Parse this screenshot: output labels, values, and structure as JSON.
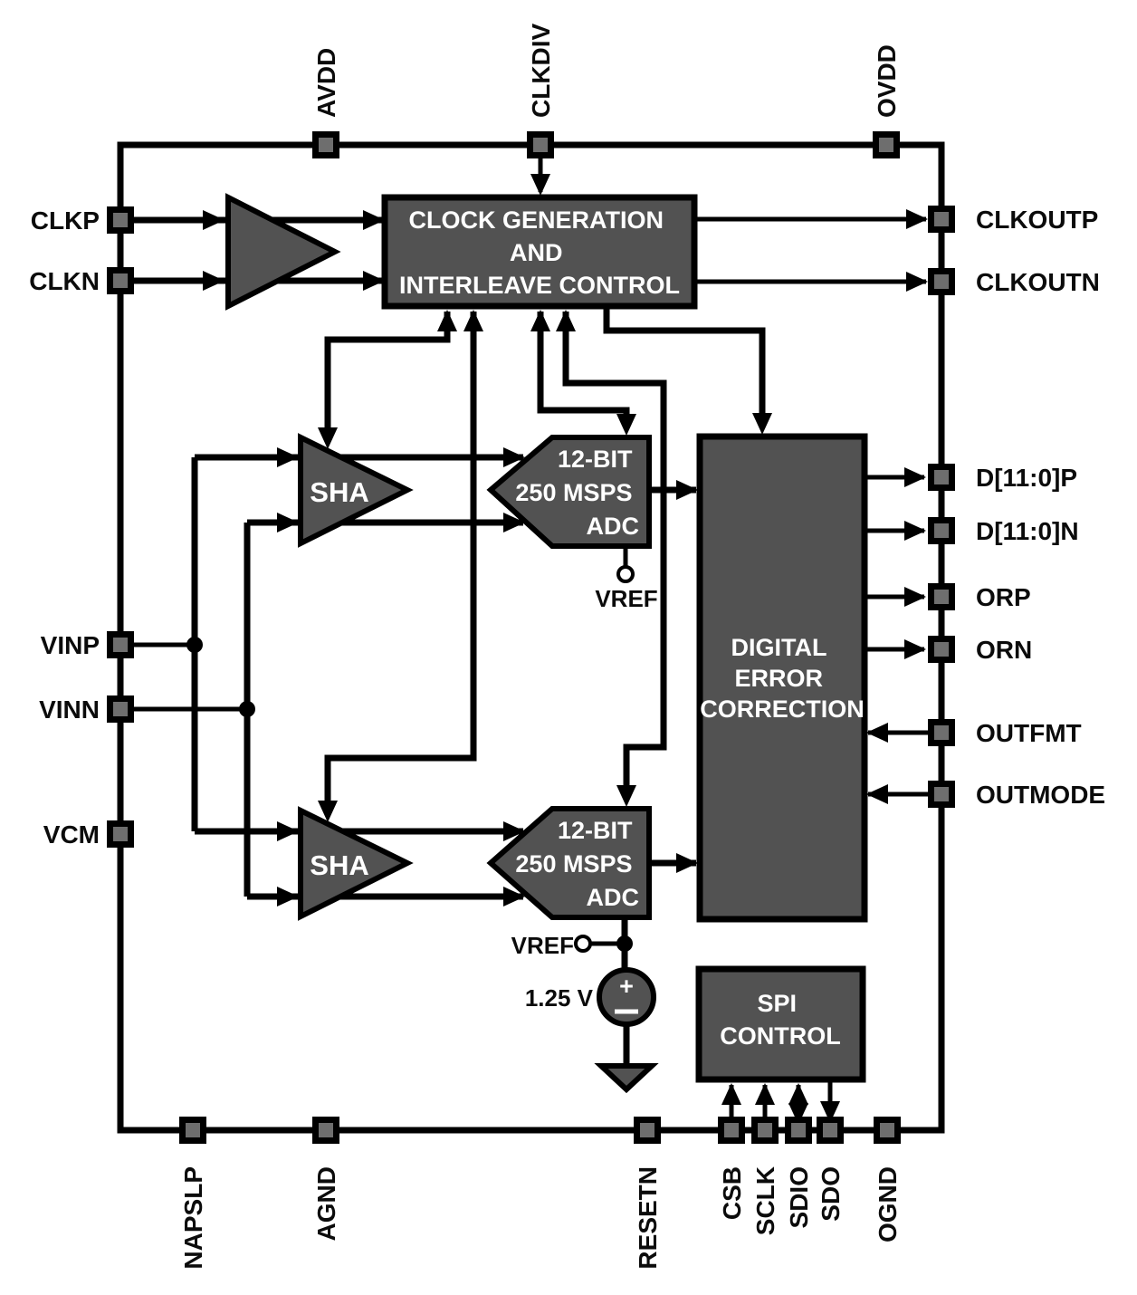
{
  "pins": {
    "top": [
      "AVDD",
      "CLKDIV",
      "OVDD"
    ],
    "left": [
      "CLKP",
      "CLKN",
      "VINP",
      "VINN",
      "VCM"
    ],
    "right": [
      "CLKOUTP",
      "CLKOUTN",
      "D[11:0]P",
      "D[11:0]N",
      "ORP",
      "ORN",
      "OUTFMT",
      "OUTMODE"
    ],
    "bottom": [
      "NAPSLP",
      "AGND",
      "RESETN",
      "CSB",
      "SCLK",
      "SDIO",
      "SDO",
      "OGND"
    ]
  },
  "blocks": {
    "clock_gen": {
      "lines": [
        "CLOCK GENERATION",
        "AND",
        "INTERLEAVE CONTROL"
      ]
    },
    "sha_top": {
      "label": "SHA"
    },
    "sha_bottom": {
      "label": "SHA"
    },
    "adc_top": {
      "lines": [
        "12-BIT",
        "250 MSPS",
        "ADC"
      ]
    },
    "adc_bottom": {
      "lines": [
        "12-BIT",
        "250 MSPS",
        "ADC"
      ]
    },
    "dec": {
      "lines": [
        "DIGITAL",
        "ERROR",
        "CORRECTION"
      ]
    },
    "spi": {
      "lines": [
        "SPI",
        "CONTROL"
      ]
    }
  },
  "annotations": {
    "vref_top": "VREF",
    "vref_bottom": "VREF",
    "reference_voltage": "1.25 V",
    "source_plus": "+"
  },
  "colors": {
    "block_fill": "#525252",
    "pin_inner": "#6e6e6e",
    "line": "#000000",
    "block_text": "#ffffff",
    "background": "#ffffff"
  }
}
